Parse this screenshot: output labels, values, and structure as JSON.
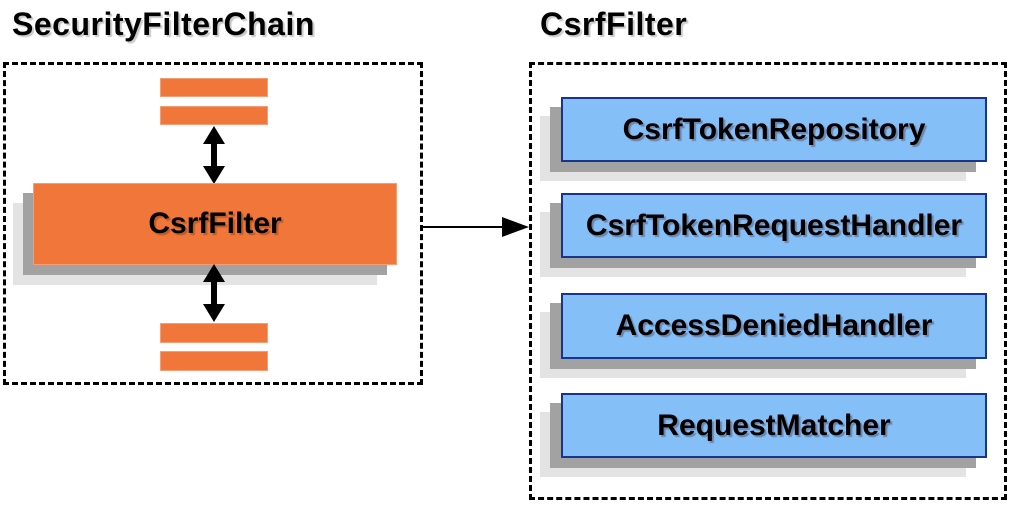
{
  "diagram": {
    "left_panel": {
      "title": "SecurityFilterChain",
      "filter_label": "CsrfFilter"
    },
    "right_panel": {
      "title": "CsrfFilter",
      "components": [
        {
          "label": "CsrfTokenRepository"
        },
        {
          "label": "CsrfTokenRequestHandler"
        },
        {
          "label": "AccessDeniedHandler"
        },
        {
          "label": "RequestMatcher"
        }
      ]
    }
  },
  "icons": {
    "vertical_arrows": "bidirectional-arrow",
    "horizontal_arrow": "right-arrow"
  },
  "colors": {
    "orange": "#F0763A",
    "orange-border": "#F59D74",
    "blue": "#84BFF7",
    "blue-border": "#17348F",
    "shadow-dark": "#A2A2A2",
    "shadow-light": "#E3E3E3",
    "arrow": "#000000",
    "text": "#000000"
  }
}
